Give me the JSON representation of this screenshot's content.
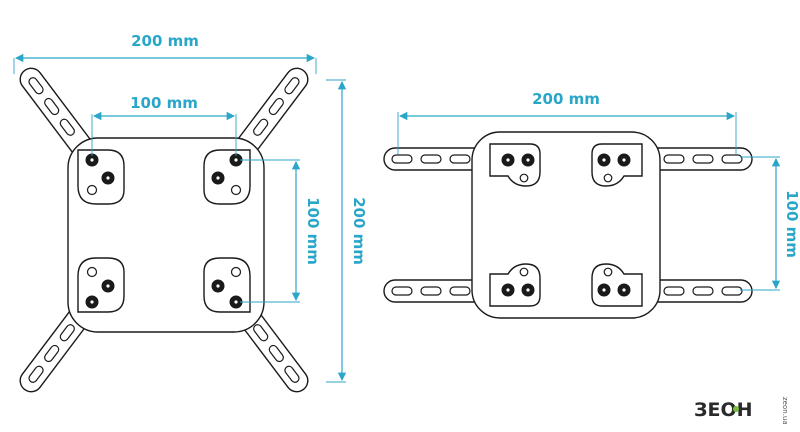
{
  "left_diagram": {
    "dim_top_outer": "200 mm",
    "dim_top_inner": "100 mm",
    "dim_right_inner": "100 mm",
    "dim_right_outer": "200 mm"
  },
  "right_diagram": {
    "dim_top": "200 mm",
    "dim_right": "100 mm"
  },
  "logo": {
    "main": "ЗЕОН",
    "side": "zeon.ua"
  },
  "colors": {
    "dimension": "#2aa6c8",
    "outline": "#1a1a1a"
  }
}
